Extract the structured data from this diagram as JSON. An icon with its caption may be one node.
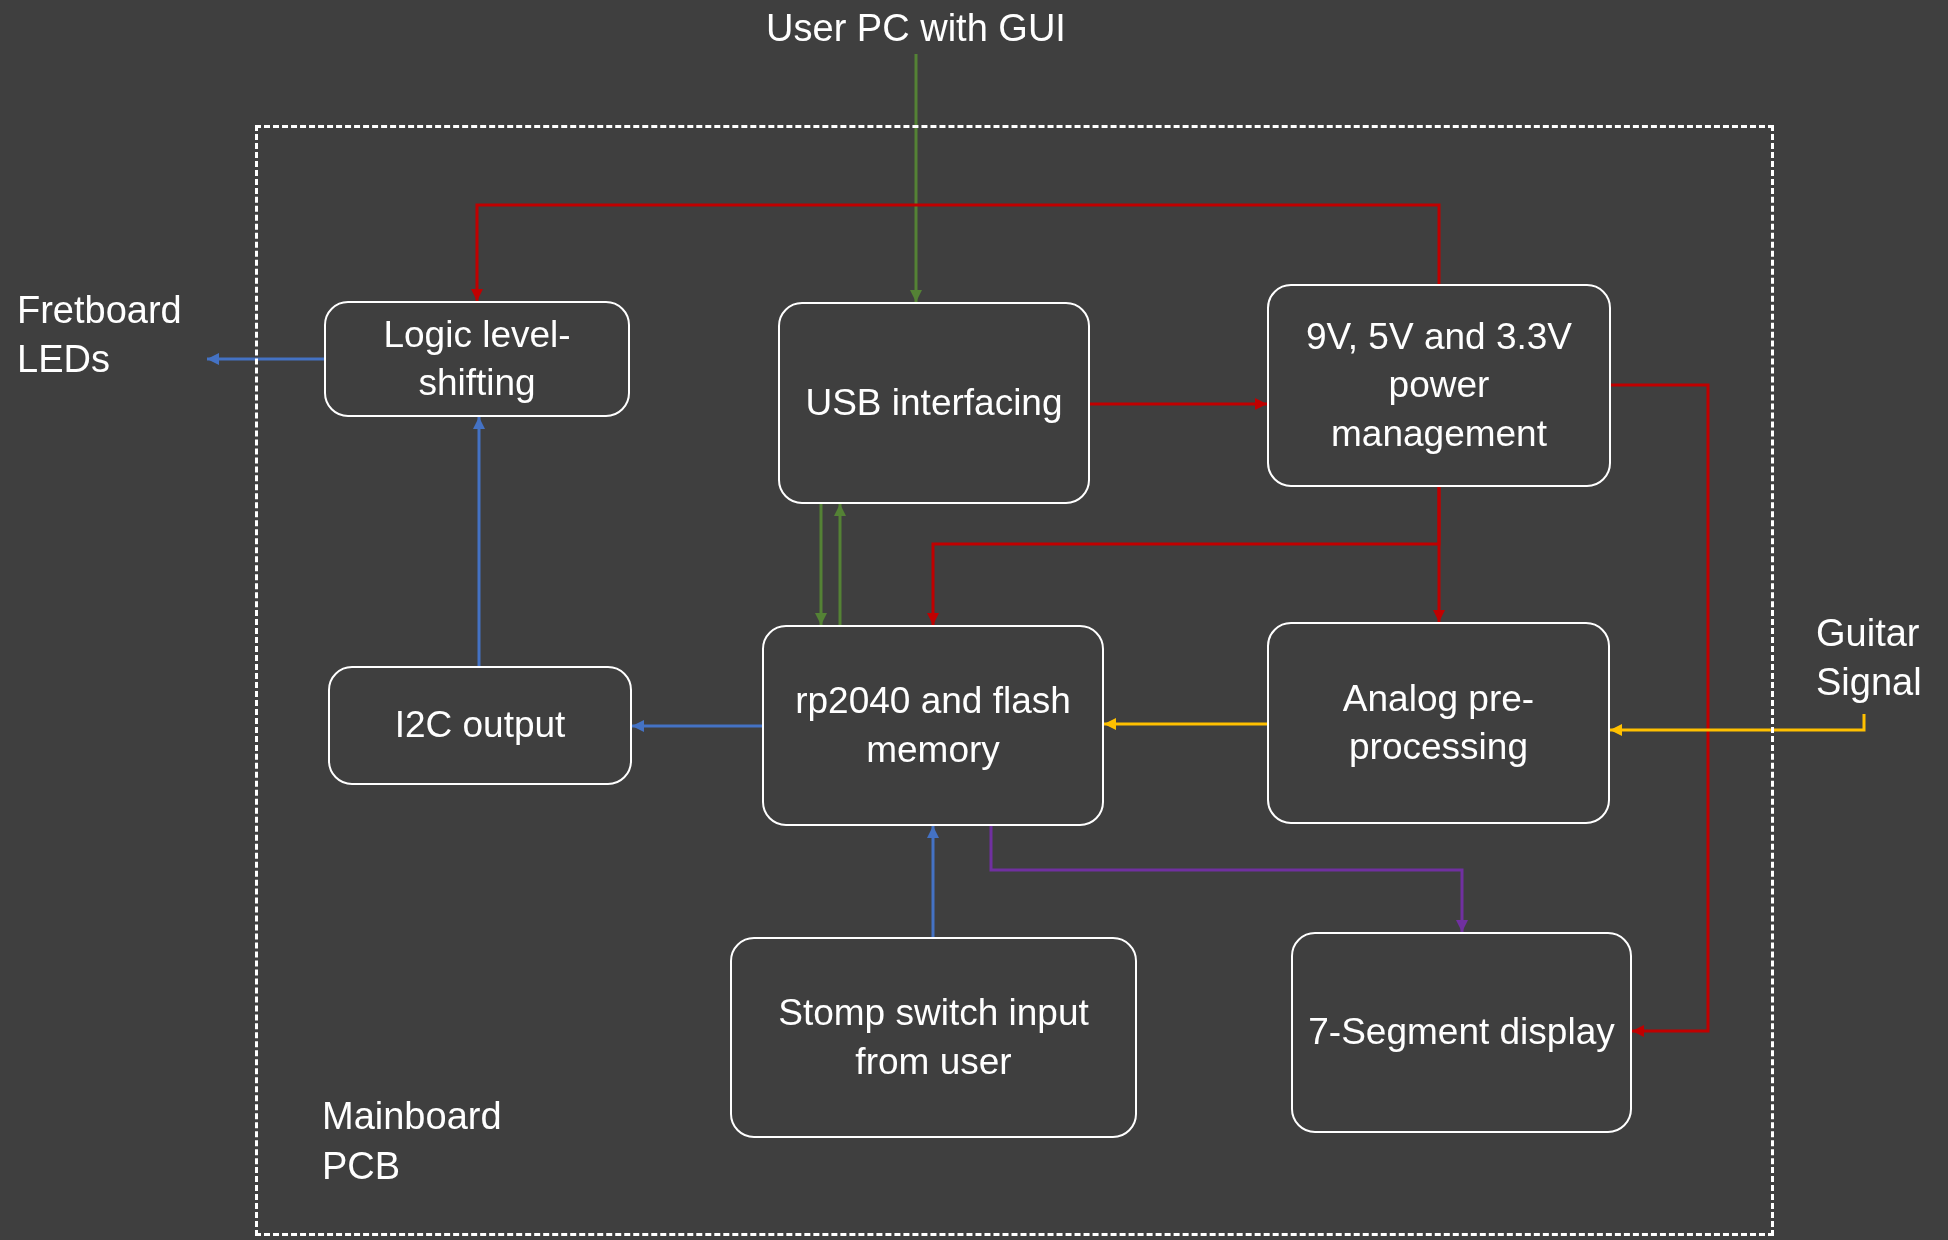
{
  "diagram": {
    "nodes": [
      {
        "text": [
          "Mainboard PCB"
        ]
      },
      {
        "text": [
          "User PC with GUI"
        ]
      },
      {
        "text": [
          "Fretboard LEDs"
        ]
      },
      {
        "text": [
          "Logic level-shifting"
        ],
        "in": 0
      },
      {
        "text": [
          "USB interfacing"
        ],
        "in": 0
      },
      {
        "text": [
          "9V, 5V and 3.3V power management"
        ],
        "in": 0
      },
      {
        "text": [
          "I2C output"
        ],
        "in": 0
      },
      {
        "text": [
          "rp2040 and flash memory"
        ],
        "in": 0
      },
      {
        "text": [
          "Analog pre-processing"
        ],
        "in": 0
      },
      {
        "text": [
          "Stomp switch input from user"
        ],
        "in": 0
      },
      {
        "text": [
          "7-Segment display"
        ],
        "in": 0
      },
      {
        "text": [
          "Guitar Signal"
        ]
      }
    ],
    "edges": [
      {
        "from": 1,
        "to": 4,
        "arrow": "to",
        "color": "#548235"
      },
      {
        "from": 5,
        "to": 3,
        "arrow": "to",
        "color": "#c00000"
      },
      {
        "from": 3,
        "to": 2,
        "arrow": "to",
        "color": "#4472c4"
      },
      {
        "from": 4,
        "to": 5,
        "arrow": "to",
        "color": "#c00000"
      },
      {
        "from": 5,
        "to": 7,
        "arrow": "to",
        "color": "#c00000"
      },
      {
        "from": 5,
        "to": 8,
        "arrow": "to",
        "color": "#c00000"
      },
      {
        "from": 5,
        "to": 10,
        "arrow": "to",
        "color": "#c00000"
      },
      {
        "from": 4,
        "to": 7,
        "arrow": "to",
        "color": "#548235"
      },
      {
        "from": 7,
        "to": 4,
        "arrow": "to",
        "color": "#548235"
      },
      {
        "from": 6,
        "to": 3,
        "arrow": "to",
        "color": "#4472c4"
      },
      {
        "from": 7,
        "to": 6,
        "arrow": "to",
        "color": "#4472c4"
      },
      {
        "from": 8,
        "to": 7,
        "arrow": "to",
        "color": "#ffc000"
      },
      {
        "from": 11,
        "to": 8,
        "arrow": "to",
        "color": "#ffc000"
      },
      {
        "from": 7,
        "to": 10,
        "arrow": "to",
        "color": "#7030a0"
      },
      {
        "from": 9,
        "to": 7,
        "arrow": "to",
        "color": "#4472c4"
      }
    ]
  }
}
